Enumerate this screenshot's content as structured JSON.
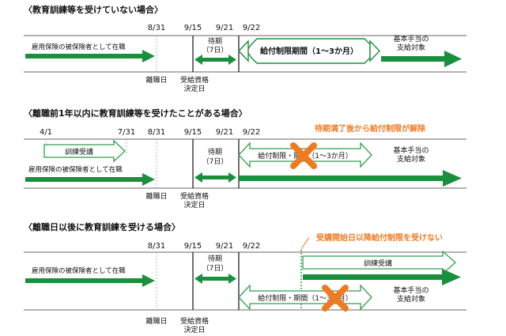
{
  "colors": {
    "green": "#1a8f3c",
    "green_light": "#2fa04a",
    "orange": "#f07a22",
    "line": "#333333",
    "dash": "#aaaaaa"
  },
  "icons": [
    "cross-icon"
  ],
  "section1": {
    "heading": "〈教育訓練等を受けていない場合〉",
    "dates": [
      "8/31",
      "9/15",
      "9/21",
      "9/22"
    ],
    "employment_label": "雇用保険の被保険者として在職",
    "waiting_label_1": "待期",
    "waiting_label_2": "（7日）",
    "restriction_label": "給付制限期間（1～3か月）",
    "benefit_label_1": "基本手当の",
    "benefit_label_2": "支給対象",
    "separation_label": "離職日",
    "eligibility_label_1": "受給資格",
    "eligibility_label_2": "決定日"
  },
  "section2": {
    "heading": "〈離職前1年以内に教育訓練等を受けたことがある場合〉",
    "dates": [
      "4/1",
      "7/31",
      "8/31",
      "9/15",
      "9/21",
      "9/22"
    ],
    "notice": "待期満了後から給付制限が解除",
    "training_label": "訓練受講",
    "employment_label": "雇用保険の被保険者として在職",
    "waiting_label_1": "待期",
    "waiting_label_2": "（7日）",
    "restriction_label": "給付制限・期間（1～3か月）",
    "benefit_label_1": "基本手当の",
    "benefit_label_2": "支給対象",
    "separation_label": "離職日",
    "eligibility_label_1": "受給資格",
    "eligibility_label_2": "決定日"
  },
  "section3": {
    "heading": "〈離職日以後に教育訓練を受ける場合〉",
    "dates": [
      "8/31",
      "9/15",
      "9/21",
      "9/22"
    ],
    "notice": "受講開始日以降給付制限を受けない",
    "training_label": "訓練受講",
    "employment_label": "雇用保険の被保険者として在職",
    "waiting_label_1": "待期",
    "waiting_label_2": "（7日）",
    "restriction_label": "給付制限・期間（1～3か月）",
    "benefit_label_1": "基本手当の",
    "benefit_label_2": "支給対象",
    "separation_label": "離職日",
    "eligibility_label_1": "受給資格",
    "eligibility_label_2": "決定日"
  }
}
